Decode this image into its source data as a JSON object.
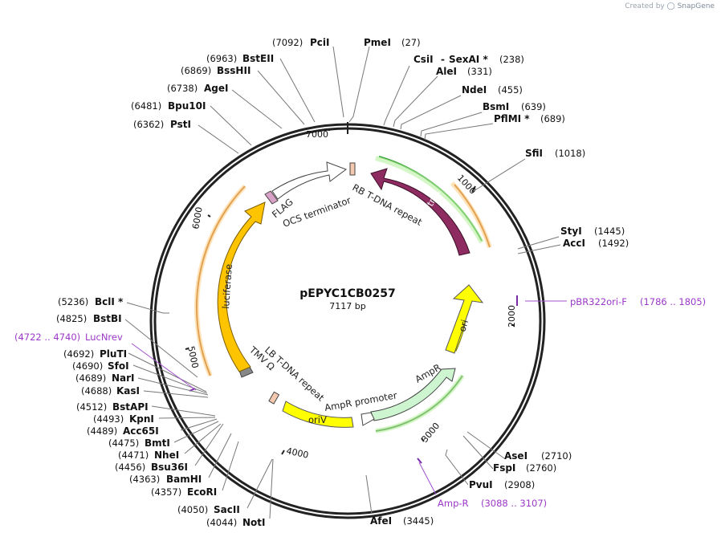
{
  "watermark": {
    "prefix": "Created by",
    "brand": "SnapGene"
  },
  "plasmid": {
    "name": "pEPYC1CB0257",
    "length_label": "7117 bp",
    "length": 7117
  },
  "ticks": [
    "1000",
    "2000",
    "3000",
    "4000",
    "5000",
    "6000",
    "7000"
  ],
  "sites": [
    {
      "name": "PmeI",
      "pos": "(27)"
    },
    {
      "name": "CsiI",
      "pos": ""
    },
    {
      "name": "SexAI *",
      "pos": "(238)"
    },
    {
      "name": "AleI",
      "pos": "(331)"
    },
    {
      "name": "NdeI",
      "pos": "(455)"
    },
    {
      "name": "BsmI",
      "pos": "(639)"
    },
    {
      "name": "PflMI *",
      "pos": "(689)"
    },
    {
      "name": "SfiI",
      "pos": "(1018)"
    },
    {
      "name": "StyI",
      "pos": "(1445)"
    },
    {
      "name": "AccI",
      "pos": "(1492)"
    },
    {
      "name": "AseI",
      "pos": "(2710)"
    },
    {
      "name": "FspI",
      "pos": "(2760)"
    },
    {
      "name": "PvuI",
      "pos": "(2908)"
    },
    {
      "name": "AfeI",
      "pos": "(3445)"
    },
    {
      "name": "NotI",
      "pos": "(4044)"
    },
    {
      "name": "SacII",
      "pos": "(4050)"
    },
    {
      "name": "EcoRI",
      "pos": "(4357)"
    },
    {
      "name": "BamHI",
      "pos": "(4363)"
    },
    {
      "name": "Bsu36I",
      "pos": "(4456)"
    },
    {
      "name": "NheI",
      "pos": "(4471)"
    },
    {
      "name": "BmtI",
      "pos": "(4475)"
    },
    {
      "name": "Acc65I",
      "pos": "(4489)"
    },
    {
      "name": "KpnI",
      "pos": "(4493)"
    },
    {
      "name": "BstAPI",
      "pos": "(4512)"
    },
    {
      "name": "KasI",
      "pos": "(4688)"
    },
    {
      "name": "NarI",
      "pos": "(4689)"
    },
    {
      "name": "SfoI",
      "pos": "(4690)"
    },
    {
      "name": "PluTI",
      "pos": "(4692)"
    },
    {
      "name": "BstBI",
      "pos": "(4825)"
    },
    {
      "name": "BclI *",
      "pos": "(5236)"
    },
    {
      "name": "PstI",
      "pos": "(6362)"
    },
    {
      "name": "Bpu10I",
      "pos": "(6481)"
    },
    {
      "name": "AgeI",
      "pos": "(6738)"
    },
    {
      "name": "BssHII",
      "pos": "(6869)"
    },
    {
      "name": "BstEII",
      "pos": "(6963)"
    },
    {
      "name": "PciI",
      "pos": "(7092)"
    }
  ],
  "primers": [
    {
      "name": "pBR322ori-F",
      "range": "(1786 .. 1805)"
    },
    {
      "name": "Amp-R",
      "range": "(3088 .. 3107)"
    },
    {
      "name": "LucNrev",
      "range": "(4722 .. 4740)"
    }
  ],
  "features": [
    {
      "name": "trfA",
      "color": "#8e2b60"
    },
    {
      "name": "ori",
      "color": "#ffff00"
    },
    {
      "name": "AmpR",
      "color": "#ccf5d0"
    },
    {
      "name": "AmpR promoter",
      "color": "#ffffff"
    },
    {
      "name": "oriV",
      "color": "#ffff00"
    },
    {
      "name": "LB T-DNA repeat",
      "color": "#f5c9b0"
    },
    {
      "name": "TMV Ω",
      "color": "#888888"
    },
    {
      "name": "luciferase",
      "color": "#ffc400"
    },
    {
      "name": "FLAG",
      "color": "#d9a0c8"
    },
    {
      "name": "OCS terminator",
      "color": "#ffffff"
    },
    {
      "name": "RB T-DNA repeat",
      "color": "#f5c9b0"
    }
  ]
}
